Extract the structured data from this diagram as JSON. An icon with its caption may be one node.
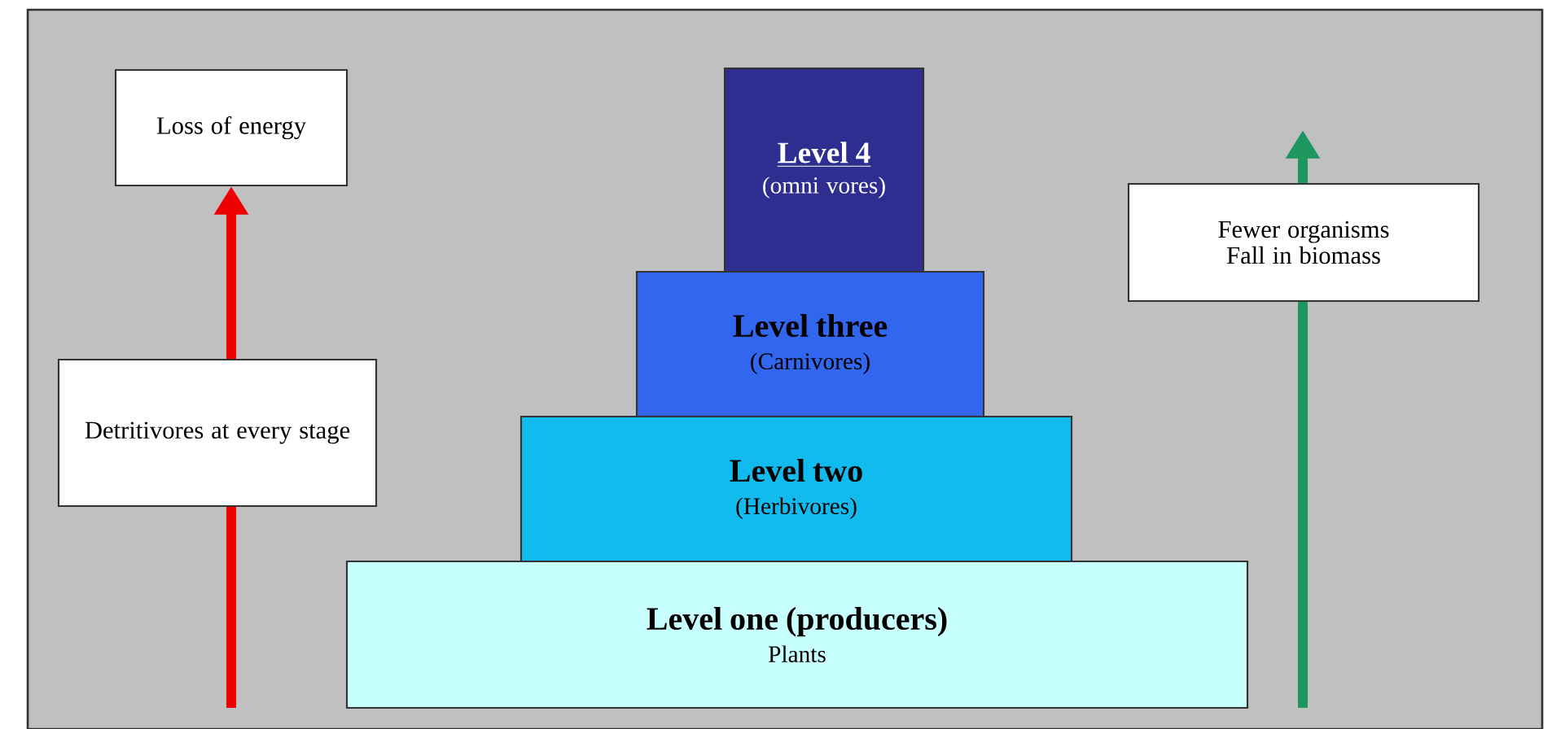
{
  "diagram": {
    "nodes": [
      {
        "text": [
          "Loss of energy"
        ]
      },
      {
        "text": [
          "Detritivores at every stage"
        ]
      },
      {
        "text": [
          "Level 4",
          "(omni vores)"
        ]
      },
      {
        "text": [
          "Level three",
          "(Carnivores)"
        ]
      },
      {
        "text": [
          "Level two",
          "(Herbivores)"
        ]
      },
      {
        "text": [
          "Level one (producers)",
          "Plants"
        ]
      },
      {
        "text": [
          "Fewer organisms Fall in biomass"
        ]
      }
    ],
    "edges": [
      {
        "from": null,
        "to": 1,
        "arrow": "none",
        "color": "#ee0000"
      },
      {
        "from": 1,
        "to": 0,
        "arrow": "to",
        "color": "#ee0000"
      },
      {
        "from": null,
        "to": 6,
        "arrow": "none",
        "color": "#1e9660"
      },
      {
        "from": 6,
        "to": null,
        "arrow": "to",
        "color": "#1e9660"
      }
    ]
  }
}
